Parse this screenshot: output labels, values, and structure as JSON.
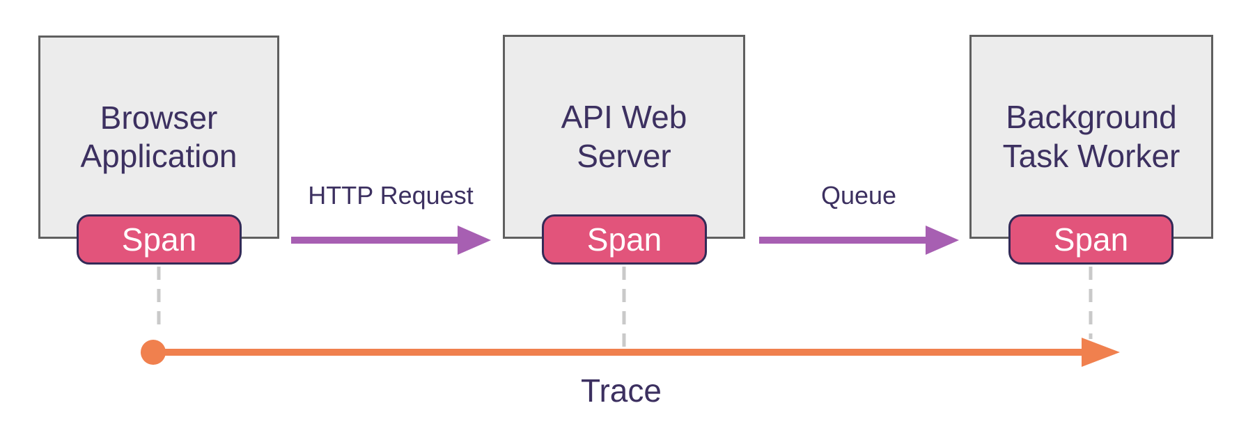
{
  "diagram": {
    "nodes": [
      {
        "title": "Browser Application",
        "span_label": "Span"
      },
      {
        "title": "API Web Server",
        "span_label": "Span"
      },
      {
        "title": "Background Task Worker",
        "span_label": "Span"
      }
    ],
    "edges": [
      {
        "label": "HTTP Request"
      },
      {
        "label": "Queue"
      }
    ],
    "trace": {
      "label": "Trace"
    },
    "colors": {
      "box_fill": "#ececec",
      "box_border": "#5f5f5f",
      "title_text": "#3c3060",
      "span_fill": "#e2547b",
      "span_border": "#332a57",
      "span_text": "#ffffff",
      "arrow_purple": "#a75fb2",
      "trace_orange": "#f0804e",
      "dashed_gray": "#c9c9c9"
    }
  }
}
